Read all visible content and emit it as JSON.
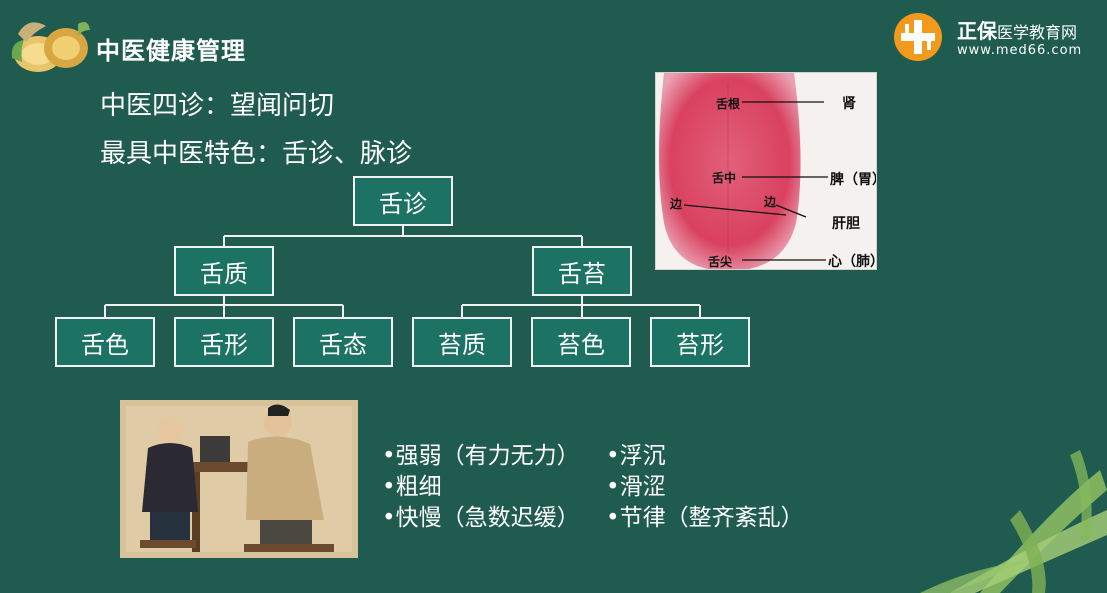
{
  "header": {
    "title": "中医健康管理",
    "brand_name": "正保",
    "brand_sub": "医学教育网",
    "brand_url": "www.med66.com"
  },
  "lines": {
    "four_diagnosis": "中医四诊：望闻问切",
    "characteristic": "最具中医特色：舌诊、脉诊"
  },
  "tree": {
    "root": "舌诊",
    "left": "舌质",
    "right": "舌苔",
    "left_children": [
      "舌色",
      "舌形",
      "舌态"
    ],
    "right_children": [
      "苔质",
      "苔色",
      "苔形"
    ]
  },
  "tongue": {
    "root_label": "舌根",
    "root_organ": "肾",
    "middle_label": "舌中",
    "middle_organ": "脾（胃）",
    "side_label_left": "边",
    "side_label_right": "边",
    "side_organ": "肝胆",
    "tip_label": "舌尖",
    "tip_organ": "心（肺）"
  },
  "pulse": {
    "col1": [
      "•强弱（有力无力）",
      "•粗细",
      "•快慢（急数迟缓）"
    ],
    "col2": [
      "•浮沉",
      "•滑涩",
      "•节律（整齐紊乱）"
    ]
  },
  "colors": {
    "background": "#1f5b4e",
    "node_fill": "#1d7363",
    "node_border": "#f2f2f2",
    "brand_orange": "#f39a1c"
  },
  "icons": [
    "ginseng-logo-icon",
    "brand-cross-icon",
    "bamboo-leaves-decoration"
  ]
}
